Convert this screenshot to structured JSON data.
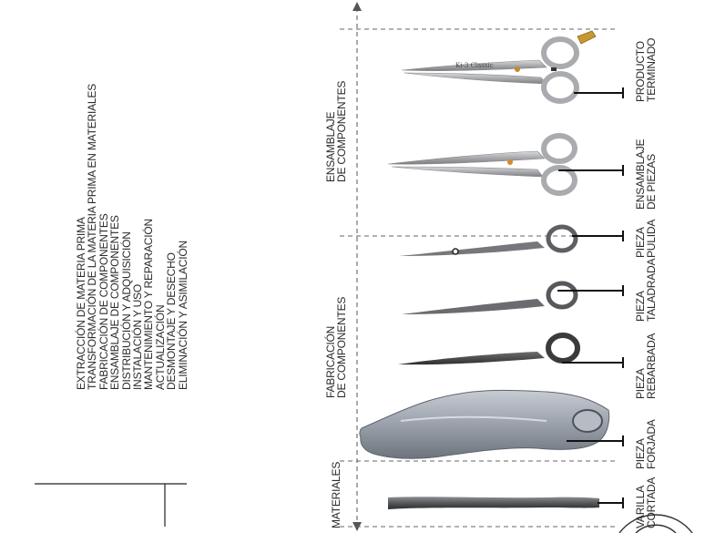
{
  "lifecycle_stages": [
    "EXTRACCIÓN DE MATERIA PRIMA",
    "TRANSFORMACIÓN DE LA MATERIA PRIMA EN MATERIALES",
    "FABRICACIÓN DE COMPONENTES",
    "ENSAMBLAJE DE COMPONENTES",
    "DISTRIBUCIÓN Y ADQUISICIÓN",
    "INSTALACIÓN Y USO",
    "MANTENIMIENTO Y REPARACIÓN",
    "ACTUALIZACIÓN",
    "DESMONTAJE Y DESECHO",
    "ELIMINACIÓN Y ASIMILACIÓN"
  ],
  "phases": {
    "materiales": "MATERIALES",
    "fabricacion_1": "FABRICACIÓN",
    "fabricacion_2": "DE COMPONENTES",
    "ensamblaje_1": "ENSAMBLAJE",
    "ensamblaje_2": "DE COMPONENTES"
  },
  "items": [
    {
      "line1": "VARILLA",
      "line2": "CORTADA"
    },
    {
      "line1": "PIEZA",
      "line2": "FORJADA"
    },
    {
      "line1": "PIEZA",
      "line2": "REBARBADA"
    },
    {
      "line1": "PIEZA",
      "line2": "TALADRADA"
    },
    {
      "line1": "PIEZA",
      "line2": "PULIDA"
    },
    {
      "line1": "ENSAMBLAJE",
      "line2": "DE PIEZAS"
    },
    {
      "line1": "PRODUCTO",
      "line2": "TERMINADO"
    }
  ],
  "product_engraving": "Ki-3 Classic"
}
